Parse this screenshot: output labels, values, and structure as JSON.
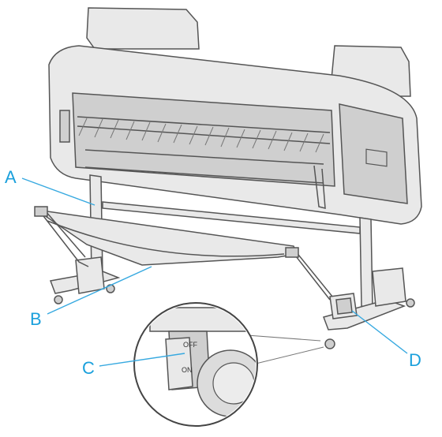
{
  "callouts": {
    "a": "A",
    "b": "B",
    "c": "C",
    "d": "D"
  },
  "caster_switch": {
    "off_label": "OFF",
    "on_label": "ON"
  },
  "colors": {
    "callout": "#1aa0dc",
    "outline": "#555555"
  }
}
